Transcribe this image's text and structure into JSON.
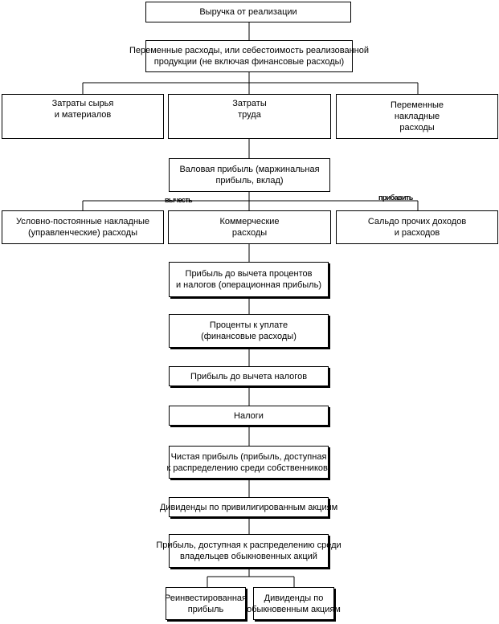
{
  "nodes": {
    "revenue": [
      "Выручка от реализации"
    ],
    "variable_costs": [
      "Переменные расходы, или себестоимость реализованной",
      "продукции (не включая финансовые расходы)"
    ],
    "raw_materials": [
      "Затраты сырья",
      "и материалов"
    ],
    "labor": [
      "Затраты",
      "труда"
    ],
    "variable_overhead": [
      "Переменные",
      "накладные",
      "расходы"
    ],
    "gross_profit": [
      "Валовая прибыль (маржинальная",
      "прибыль, вклад)"
    ],
    "fixed_overhead": [
      "Условно-постоянные накладные",
      "(управленческие) расходы"
    ],
    "commercial": [
      "Коммерческие",
      "расходы"
    ],
    "other_income": [
      "Сальдо прочих доходов",
      "и расходов"
    ],
    "ebit": [
      "Прибыль до вычета процентов",
      "и налогов (операционная прибыль)"
    ],
    "interest": [
      "Проценты к уплате",
      "(финансовые расходы)"
    ],
    "ebt": [
      "Прибыль до вычета налогов"
    ],
    "taxes": [
      "Налоги"
    ],
    "net_profit": [
      "Чистая прибыль (прибыль, доступная",
      "к распределению среди собственников)"
    ],
    "pref_dividends": [
      "Дивиденды по привилигированным акциям"
    ],
    "common_profit": [
      "Прибыль, доступная к распределению среди",
      "владельцев обыкновенных акций"
    ],
    "reinvested": [
      "Реинвестированная",
      "прибыль"
    ],
    "common_dividends": [
      "Дивиденды по",
      "обыкновенным акциям"
    ]
  },
  "labels": {
    "subtract": "вычесть",
    "add": "прибавить"
  }
}
